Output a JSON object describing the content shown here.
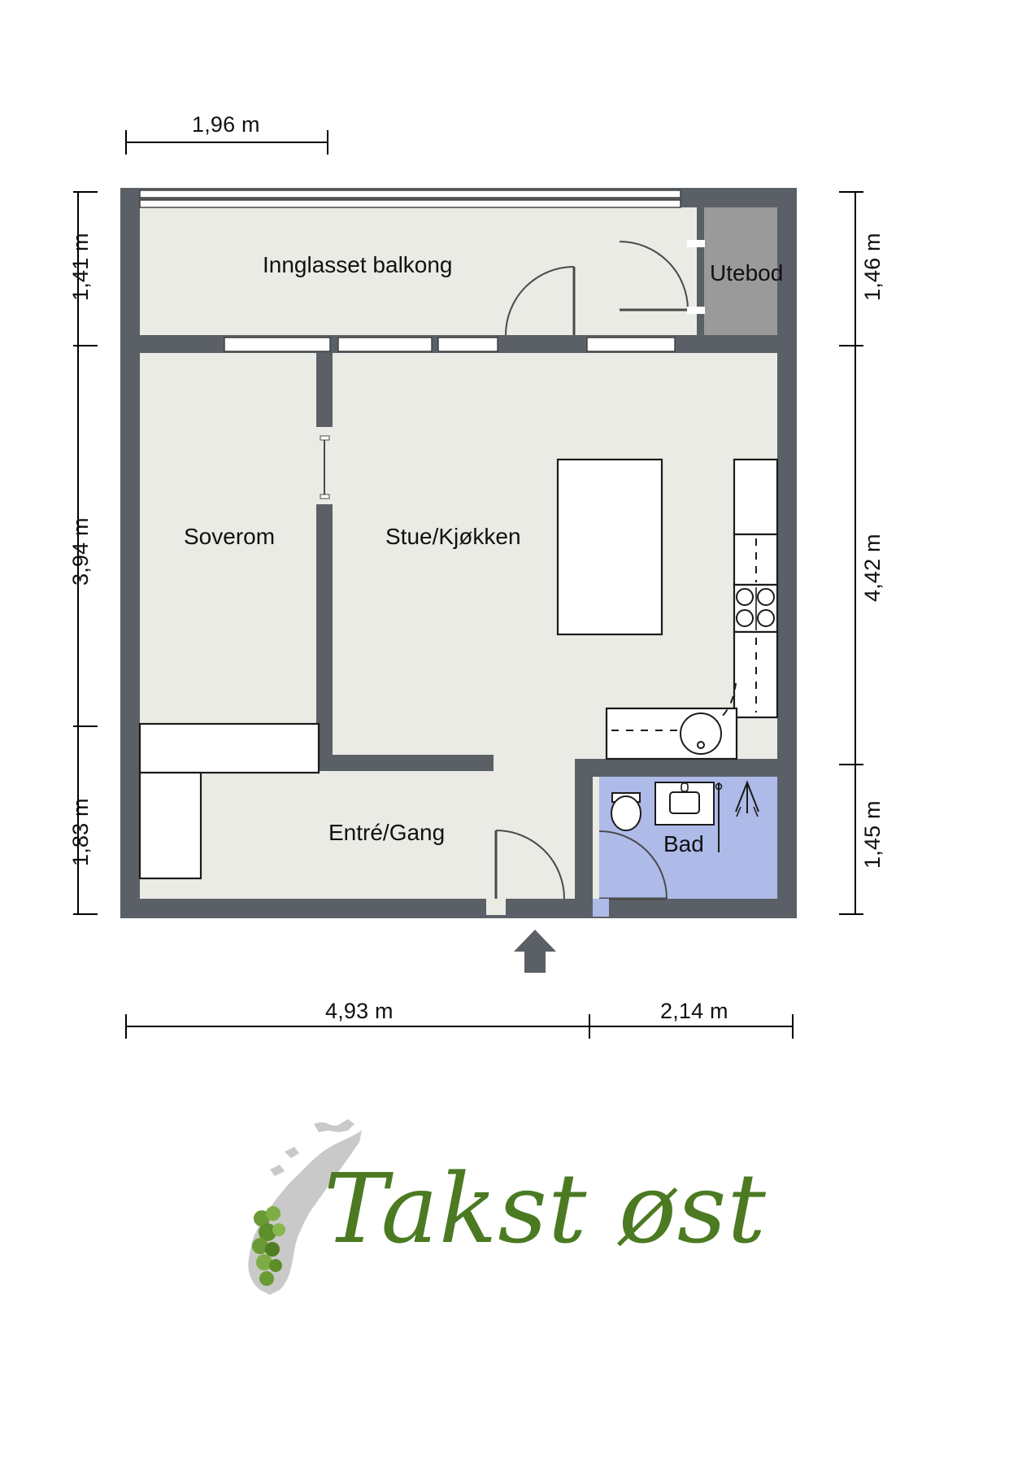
{
  "document": {
    "type": "floor-plan",
    "title": "Leilighet plantegning"
  },
  "rooms": [
    {
      "id": "balkong",
      "label": "Innglasset balkong"
    },
    {
      "id": "utebod",
      "label": "Utebod"
    },
    {
      "id": "soverom",
      "label": "Soverom"
    },
    {
      "id": "stue",
      "label": "Stue/Kjøkken"
    },
    {
      "id": "entre",
      "label": "Entré/Gang"
    },
    {
      "id": "bad",
      "label": "Bad"
    }
  ],
  "dimensions": {
    "top": [
      {
        "id": "top-1",
        "value": "1,96 m"
      }
    ],
    "left": [
      {
        "id": "left-1",
        "value": "1,41 m"
      },
      {
        "id": "left-2",
        "value": "3,94 m"
      },
      {
        "id": "left-3",
        "value": "1,83 m"
      }
    ],
    "right": [
      {
        "id": "right-1",
        "value": "1,46 m"
      },
      {
        "id": "right-2",
        "value": "4,42 m"
      },
      {
        "id": "right-3",
        "value": "1,45 m"
      }
    ],
    "bottom": [
      {
        "id": "bottom-1",
        "value": "4,93 m"
      },
      {
        "id": "bottom-2",
        "value": "2,14 m"
      }
    ]
  },
  "logo": {
    "text": "Takst øst",
    "icon": "norway-map-icon",
    "color": "#4b7a22"
  },
  "markers": {
    "entrance": "entrance-arrow-icon"
  },
  "colors": {
    "wall": "#5b6066",
    "floor": "#e9ebe4",
    "storage": "#9a9a9a",
    "bathroom": "#aebbe8",
    "dimension_line": "#000000",
    "furniture_stroke": "#1b1b1b",
    "logo_green": "#4b7a22"
  }
}
